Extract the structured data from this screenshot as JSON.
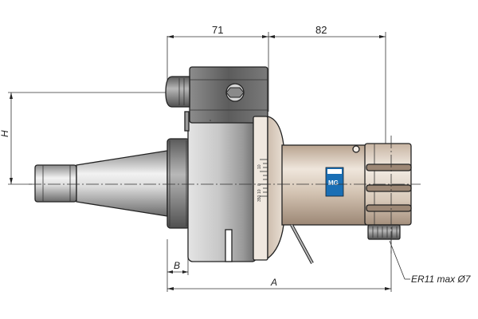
{
  "dimensions": {
    "top_left": "71",
    "top_right": "82",
    "height": "H",
    "flange": "B",
    "overall": "A",
    "collet": "ER11 max Ø7"
  },
  "scale_marks": [
    "10",
    "0",
    "10",
    "350"
  ],
  "logo_text": "MG",
  "colors": {
    "steel_dark": "#6e6e6e",
    "steel_light": "#e6e6e6",
    "housing": "#c9b9a8",
    "logo_blue": "#1a6fb5"
  }
}
